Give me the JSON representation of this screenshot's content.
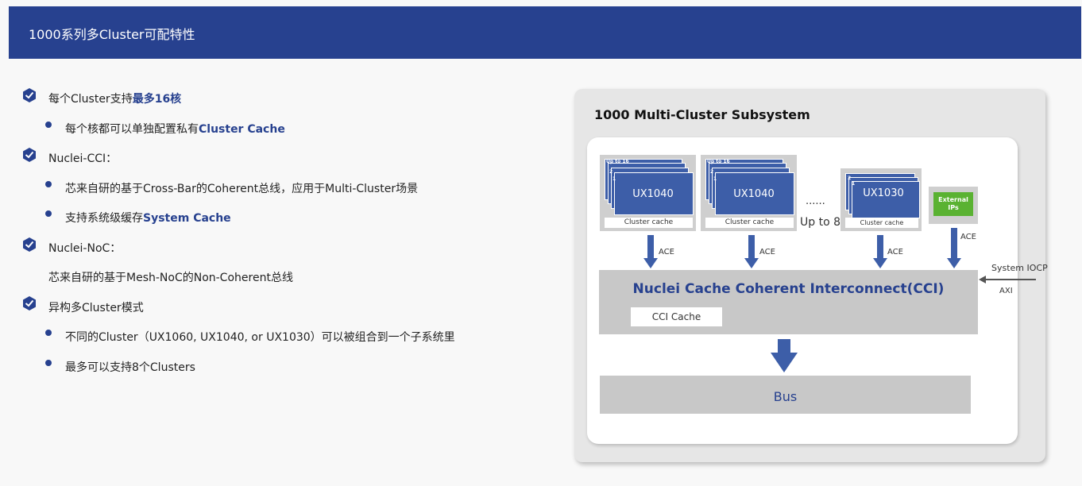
{
  "header": {
    "title": "1000系列多Cluster可配特性"
  },
  "bullets": {
    "b1": {
      "text": "每个Cluster支持",
      "bold": "最多16核"
    },
    "b1a": {
      "text": "每个核都可以单独配置私有",
      "bold": "Cluster Cache"
    },
    "b2": {
      "text": "Nuclei-CCI："
    },
    "b2a": {
      "text": "芯来自研的基于Cross-Bar的Coherent总线，应用于Multi-Cluster场景"
    },
    "b2b": {
      "text": "支持系统级缓存",
      "bold": "System Cache"
    },
    "b3": {
      "text": "Nuclei-NoC："
    },
    "b3a": {
      "text": "芯来自研的基于Mesh-NoC的Non-Coherent总线"
    },
    "b4": {
      "text": "异构多Cluster模式"
    },
    "b4a": {
      "text": "不同的Cluster（UX1060, UX1040, or UX1030）可以被组合到一个子系统里"
    },
    "b4b": {
      "text": "最多可以支持8个Clusters"
    }
  },
  "diagram": {
    "title": "1000 Multi-Cluster Subsystem",
    "cluster1": {
      "core": "UX1040",
      "upto": "Up to 16",
      "cache": "Cluster cache",
      "n2": "2",
      "n1": "1"
    },
    "cluster2": {
      "core": "UX1040",
      "upto": "Up to 16",
      "cache": "Cluster cache",
      "n2": "2",
      "n1": "1"
    },
    "cluster3": {
      "core": "UX1030",
      "cache": "Cluster cache",
      "n2": "2",
      "n1": "1"
    },
    "dots": "......",
    "upto8": "Up to 8",
    "external": {
      "line1": "External",
      "line2": "IPs"
    },
    "ace": "ACE",
    "system_iocp": "System IOCP",
    "axi": "AXI",
    "cci_title": "Nuclei Cache Coherent Interconnect(CCI)",
    "cci_cache": "CCI Cache",
    "bus": "Bus"
  },
  "colors": {
    "brand": "#27418f",
    "core": "#3d5ea8",
    "external": "#5ab232",
    "box": "#c8c8c8"
  },
  "icons": {
    "primary_bullet": "hexagon-check-icon",
    "secondary_bullet": "dot-icon"
  }
}
